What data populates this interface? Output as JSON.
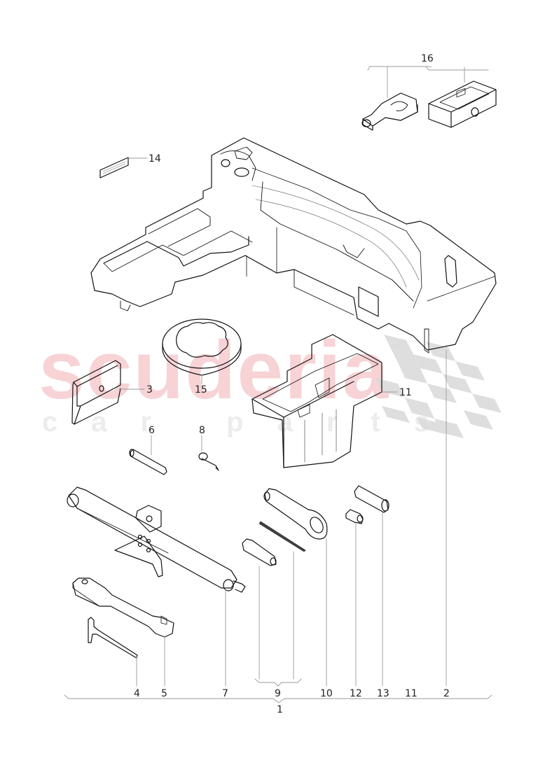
{
  "diagram": {
    "type": "exploded parts diagram",
    "subject": "Spare wheel tool kit / jack and foam tray",
    "watermark": {
      "primary": "scuderia",
      "secondary": "car parts",
      "primary_color": "#f7d3d6",
      "secondary_color": "#ececec",
      "flag_color": "#d9d9d9"
    },
    "line_color": "#111111",
    "leader_color": "#888888"
  },
  "callouts": {
    "c16": "16",
    "c14": "14",
    "c3": "3",
    "c15": "15",
    "c11_side": "11",
    "c6": "6",
    "c8": "8",
    "bottom": [
      "4",
      "5",
      "7",
      "9",
      "10",
      "12",
      "13",
      "11",
      "2"
    ],
    "c1": "1"
  },
  "parts": [
    {
      "number": "1",
      "name": "tool kit assembly (group bracket)"
    },
    {
      "number": "2",
      "name": "foam tray / tool insert"
    },
    {
      "number": "3",
      "name": "tool pouch"
    },
    {
      "number": "4",
      "name": "T-handle key"
    },
    {
      "number": "5",
      "name": "ratchet wrench"
    },
    {
      "number": "6",
      "name": "threaded pin"
    },
    {
      "number": "7",
      "name": "scissor jack"
    },
    {
      "number": "8",
      "name": "spring clip"
    },
    {
      "number": "9",
      "name": "screwdriver set (handle + blade)"
    },
    {
      "number": "10",
      "name": "towing eye"
    },
    {
      "number": "11",
      "name": "foam insert"
    },
    {
      "number": "12",
      "name": "socket (small)"
    },
    {
      "number": "13",
      "name": "socket (long)"
    },
    {
      "number": "14",
      "name": "label"
    },
    {
      "number": "15",
      "name": "wheel bolt ring / spacer"
    },
    {
      "number": "16",
      "name": "tire repair kit (compressor + sealant)"
    }
  ]
}
